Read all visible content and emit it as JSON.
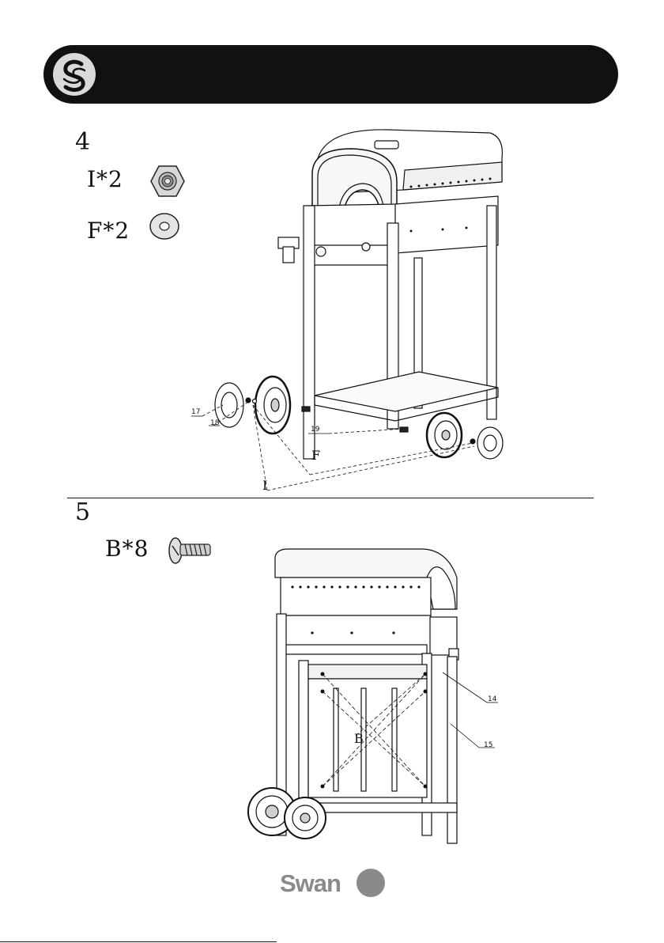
{
  "header": {
    "logo_icon": "swan-s-logo-icon",
    "bar_color": "#111111"
  },
  "steps": [
    {
      "number": "4",
      "parts": [
        {
          "label": "I*2",
          "icon": "hex-nut-icon"
        },
        {
          "label": "F*2",
          "icon": "washer-icon"
        }
      ],
      "callouts": [
        "17",
        "18",
        "19"
      ],
      "letters": [
        "F",
        "I"
      ]
    },
    {
      "number": "5",
      "parts": [
        {
          "label": "B*8",
          "icon": "screw-icon"
        }
      ],
      "callouts": [
        "14",
        "15"
      ],
      "letters": [
        "B"
      ]
    }
  ],
  "footer": {
    "brand": "Swan",
    "brand_color": "#8a8a8a"
  }
}
